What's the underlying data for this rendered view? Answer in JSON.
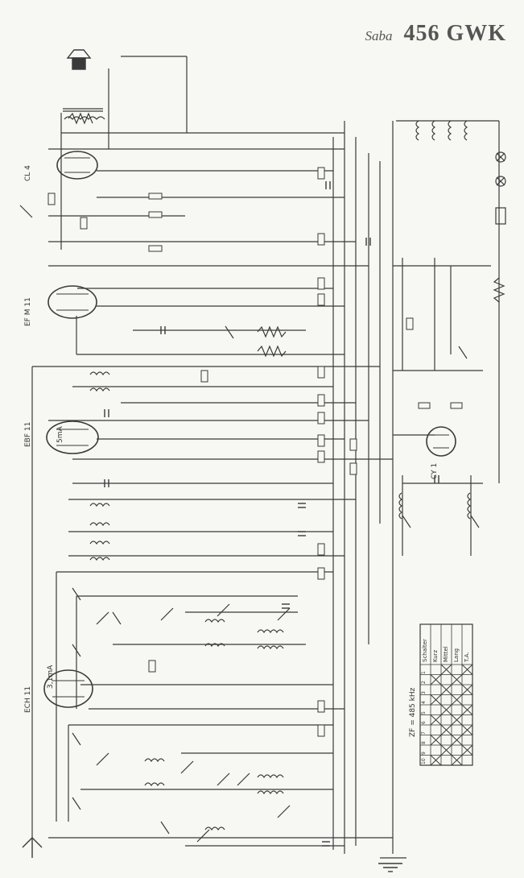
{
  "title": {
    "brand": "Saba",
    "model": "456 GWK"
  },
  "tubes": [
    {
      "type": "CL 4"
    },
    {
      "type": "EF M 11"
    },
    {
      "type": "EBF 11",
      "current": "5mA"
    },
    {
      "type": "ECH 11",
      "current": "3,1mA"
    }
  ],
  "annotations": {
    "if_frequency": "ZF = 485 kHz",
    "rectifier": "CY 1"
  },
  "switch_table": {
    "header": "Schalter",
    "rows": [
      "Kurz",
      "Mittel",
      "Lang",
      "T.A."
    ],
    "numbers": [
      "1",
      "2",
      "3",
      "4",
      "5",
      "6",
      "7",
      "8",
      "9",
      "10"
    ]
  },
  "colors": {
    "ink": "#3a3a3a",
    "paper": "#f7f7f3"
  }
}
